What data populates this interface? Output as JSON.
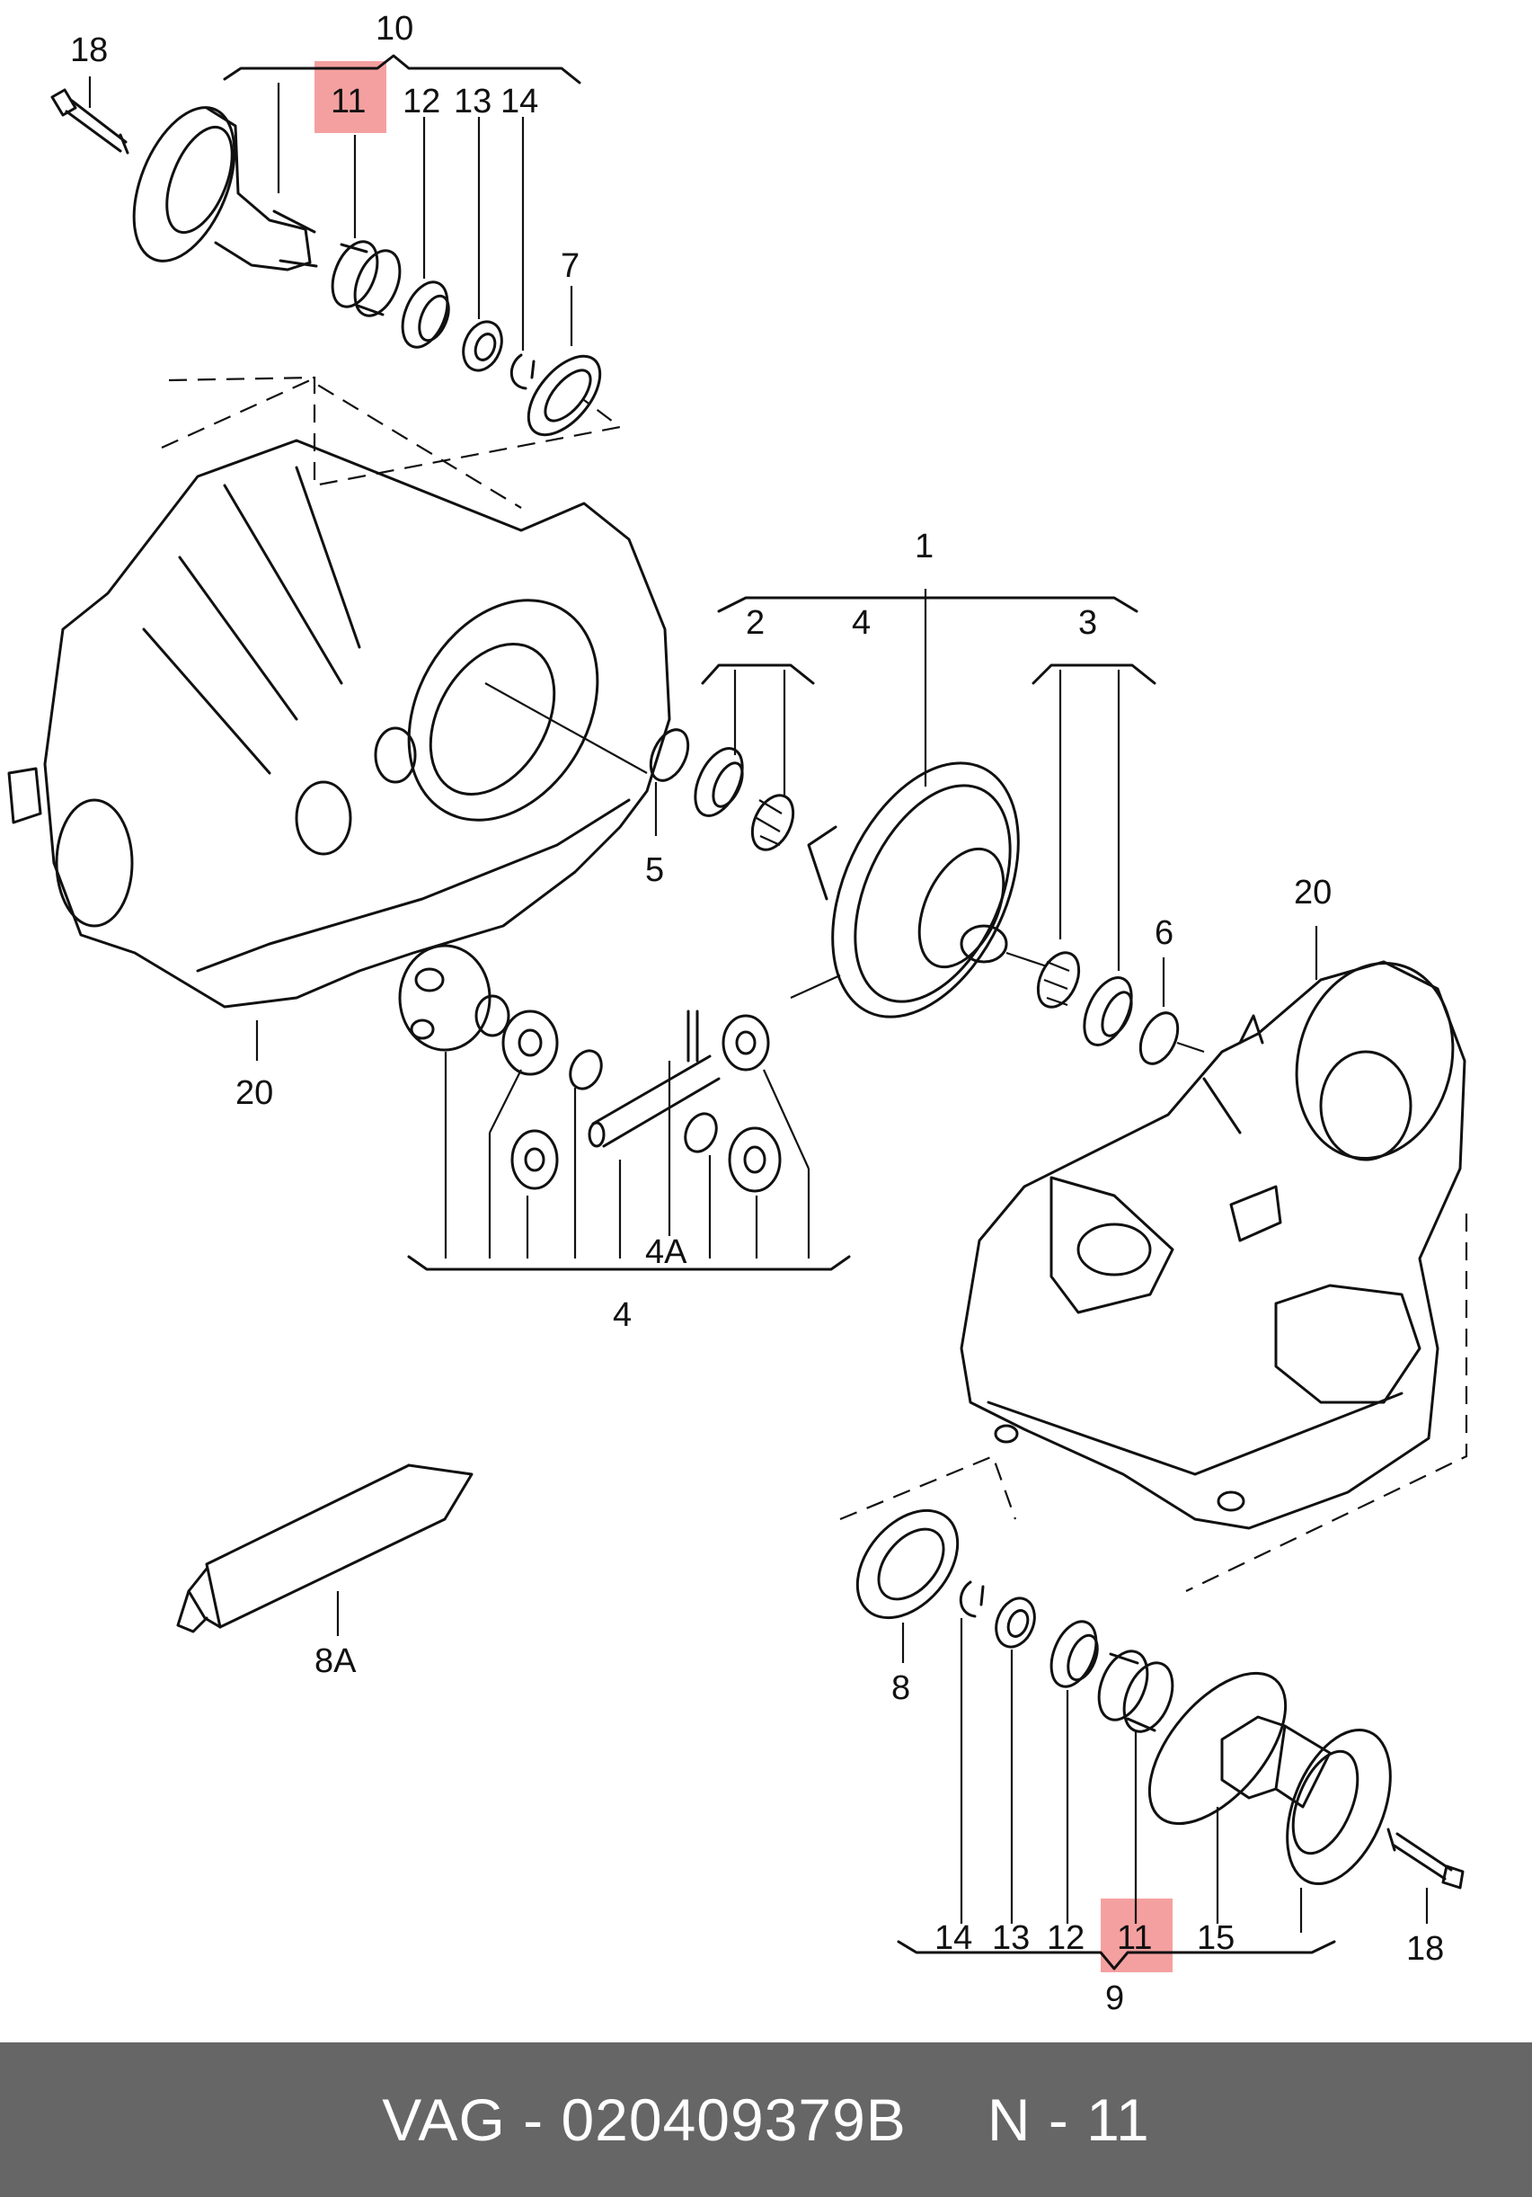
{
  "labels": {
    "l18_top": "18",
    "l10": "10",
    "l11_top": "11",
    "l12_top": "12",
    "l13_top": "13",
    "l14_top": "14",
    "l7": "7",
    "l1": "1",
    "l2": "2",
    "l4_top": "4",
    "l3": "3",
    "l5": "5",
    "l6": "6",
    "l20_right": "20",
    "l20_left": "20",
    "l4a": "4A",
    "l4_bottom": "4",
    "l8a": "8A",
    "l8": "8",
    "l14_bot": "14",
    "l13_bot": "13",
    "l12_bot": "12",
    "l11_bot": "11",
    "l15": "15",
    "l18_bot": "18",
    "l9": "9"
  },
  "highlight_color": "#f5a0a0",
  "footer": {
    "brand": "VAG",
    "separator": "-",
    "part_number": "020409379B",
    "ref": "N - 11"
  }
}
